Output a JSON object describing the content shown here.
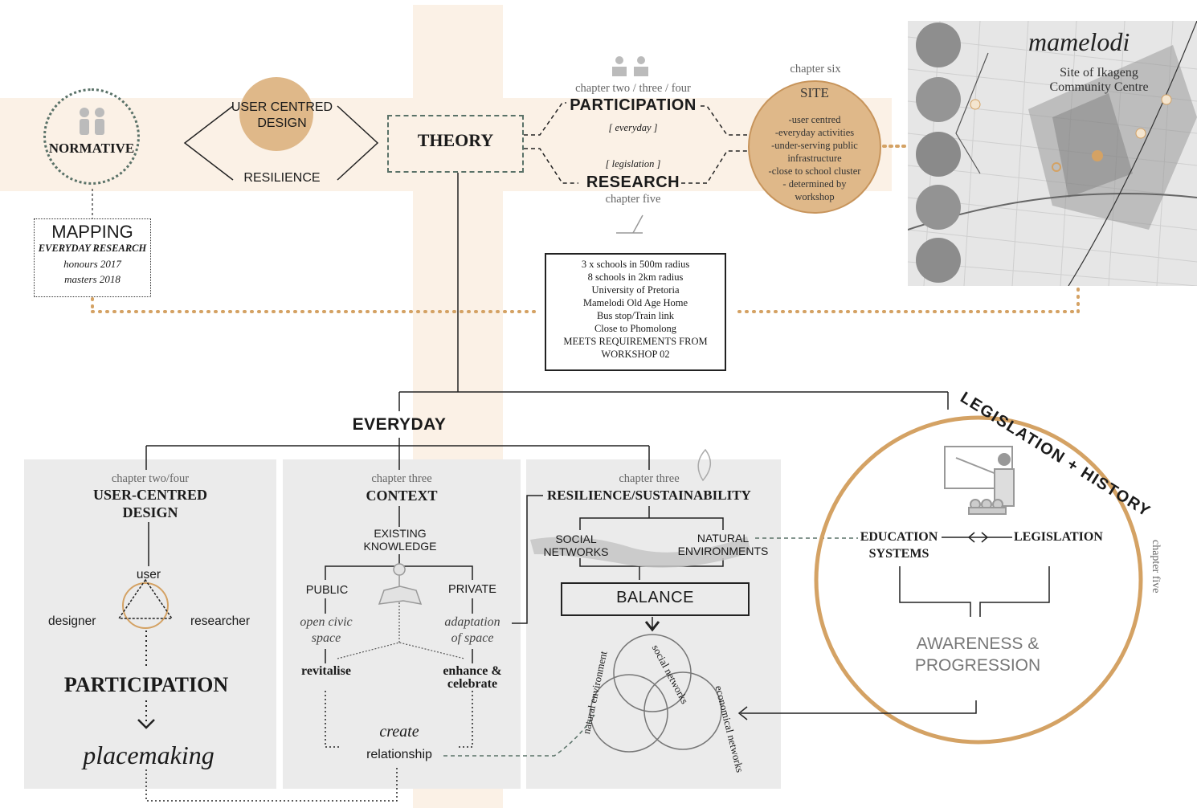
{
  "top": {
    "normative": "NORMATIVE",
    "mapping": {
      "title": "MAPPING",
      "subtitle": "EVERYDAY RESEARCH",
      "line1": "honours 2017",
      "line2": "masters 2018"
    },
    "user_centred": "USER CENTRED\nDESIGN",
    "resilience": "RESILIENCE",
    "theory": "THEORY",
    "participation": {
      "chapter": "chapter two / three / four",
      "title": "PARTICIPATION",
      "tag": "[ everyday ]"
    },
    "research": {
      "tag": "[ legislation ]",
      "title": "RESEARCH",
      "chapter": "chapter five"
    },
    "site": {
      "chapter": "chapter six",
      "title": "SITE",
      "items": [
        "-user centred",
        "-everyday activities",
        "-under-serving public",
        "infrastructure",
        "-close to school cluster",
        "- determined by",
        "workshop"
      ]
    },
    "map": {
      "logo": "mamelodi",
      "subtitle1": "Site of Ikageng",
      "subtitle2": "Community Centre"
    },
    "criteria": [
      "3 x schools in 500m radius",
      "8 schools in 2km radius",
      "University of Pretoria",
      "Mamelodi Old Age Home",
      "Bus stop/Train link",
      "Close to Phomolong",
      "MEETS REQUIREMENTS FROM",
      "WORKSHOP 02"
    ]
  },
  "bottom": {
    "everyday": "EVERYDAY",
    "ucd": {
      "chapter": "chapter two/four",
      "title1": "USER-CENTRED",
      "title2": "DESIGN",
      "user": "user",
      "designer": "designer",
      "researcher": "researcher",
      "participation": "PARTICIPATION",
      "placemaking": "placemaking"
    },
    "context": {
      "chapter": "chapter three",
      "title": "CONTEXT",
      "existing1": "EXISTING",
      "existing2": "KNOWLEDGE",
      "public": "PUBLIC",
      "private": "PRIVATE",
      "open1": "open civic",
      "open2": "space",
      "adapt1": "adaptation",
      "adapt2": "of space",
      "revitalise": "revitalise",
      "enhance1": "enhance &",
      "enhance2": "celebrate",
      "create": "create",
      "relationship": "relationship"
    },
    "resilience": {
      "chapter": "chapter three",
      "title": "RESILIENCE/SUSTAINABILITY",
      "social1": "SOCIAL",
      "social2": "NETWORKS",
      "natural1": "NATURAL",
      "natural2": "ENVIRONMENTS",
      "balance": "BALANCE",
      "venn": [
        "social networks",
        "economical networks",
        "natural environment"
      ]
    },
    "legislation": {
      "arc_title": "LEGISLATION + HISTORY",
      "chapter": "chapter five",
      "education1": "EDUCATION",
      "education2": "SYSTEMS",
      "legislation": "LEGISLATION",
      "awareness1": "AWARENESS &",
      "awareness2": "PROGRESSION"
    }
  },
  "colors": {
    "accent": "#d4a264",
    "accent_fill": "#dfb889",
    "panel": "#ebebeb",
    "dash": "#5a7268",
    "band": "#fbf1e6"
  }
}
